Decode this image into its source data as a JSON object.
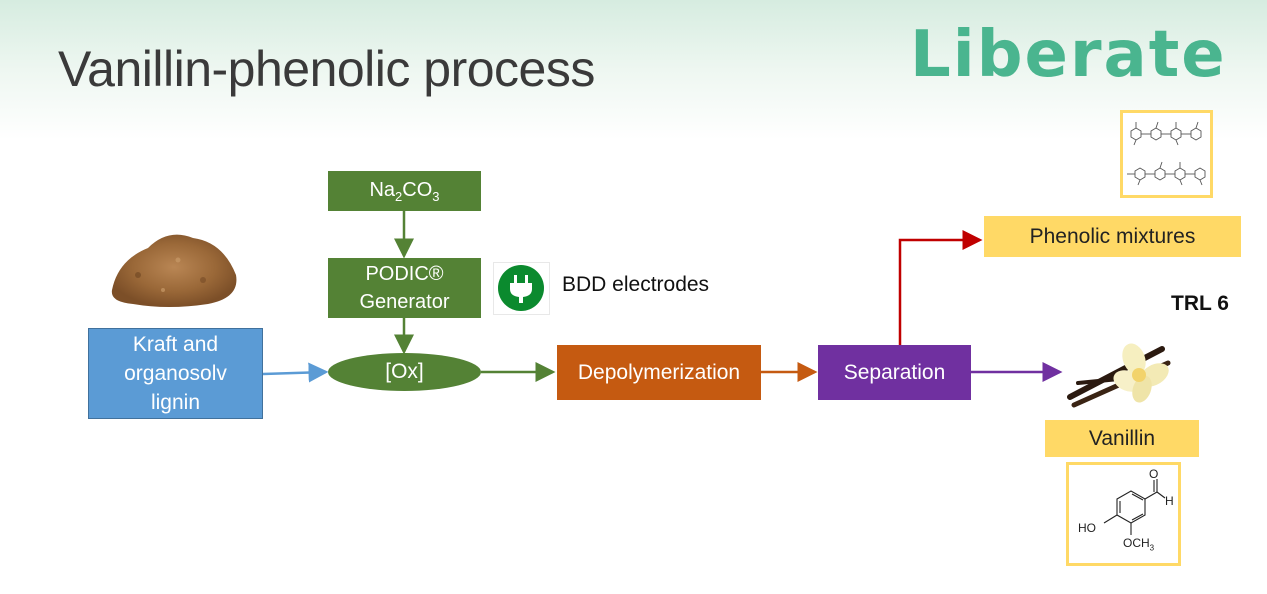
{
  "title": "Vanillin-phenolic process",
  "logo": {
    "text": "Liberate"
  },
  "nodes": {
    "reagent": {
      "base": "Na",
      "sub1": "2",
      "mid": "CO",
      "sub2": "3"
    },
    "generator": {
      "line1": "PODIC®",
      "line2": "Generator"
    },
    "feedstock": {
      "line1": "Kraft and",
      "line2": "organosolv",
      "line3": "lignin"
    },
    "oxidant": "[Ox]",
    "depolymerization": "Depolymerization",
    "separation": "Separation",
    "phenolic": "Phenolic mixtures",
    "vanillin": "Vanillin"
  },
  "electrodes_label": "BDD electrodes",
  "trl": "TRL 6",
  "vanillin_structure": {
    "o_label": "O",
    "h_label": "H",
    "ho_label": "HO",
    "och3_label": "OCH",
    "och3_sub": "3"
  },
  "colors": {
    "green": "#548235",
    "blue": "#5b9bd5",
    "orange": "#c55a11",
    "purple": "#7030a0",
    "red": "#c00000",
    "yellow": "#ffd966",
    "logo_green": "#4ab58f"
  },
  "icons": [
    "plug-icon",
    "lignin-powder-image",
    "vanilla-flower-image",
    "phenolic-structures-image",
    "vanillin-structure-image"
  ]
}
